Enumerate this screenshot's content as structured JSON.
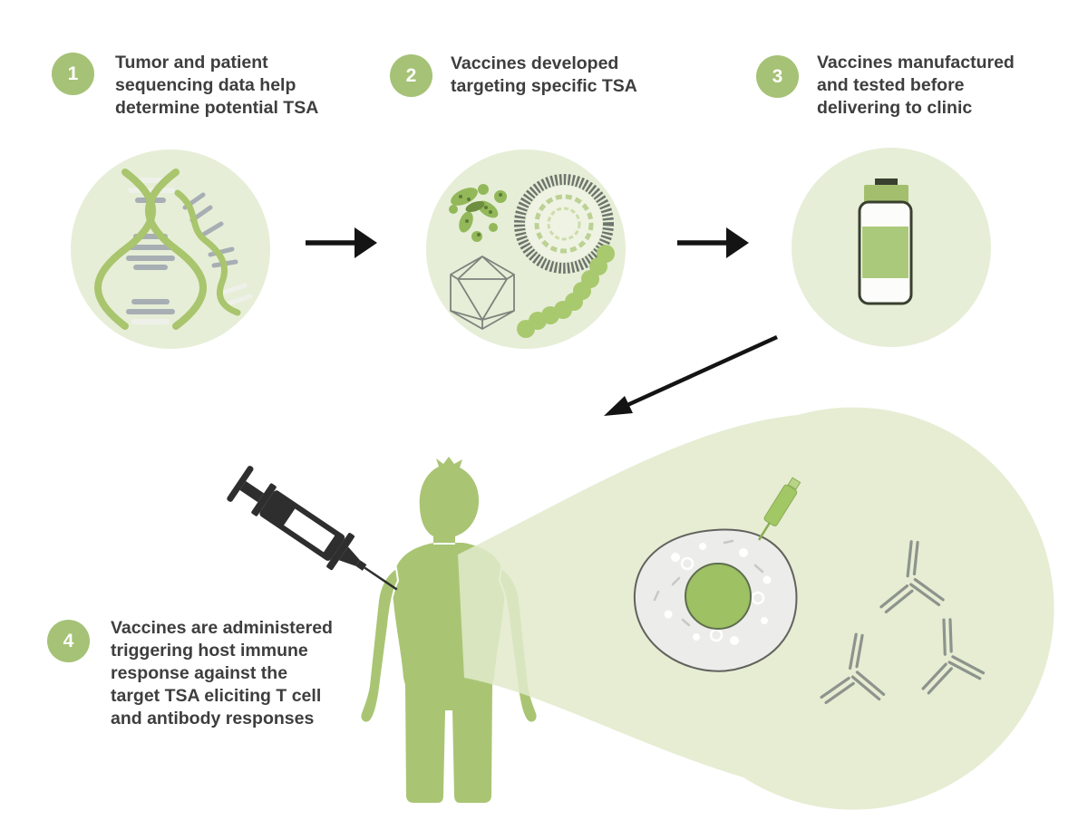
{
  "steps": [
    {
      "number": "1",
      "lines": [
        "Tumor and patient",
        "sequencing data help",
        "determine potential TSA"
      ]
    },
    {
      "number": "2",
      "lines": [
        "Vaccines developed",
        "targeting specific TSA"
      ]
    },
    {
      "number": "3",
      "lines": [
        "Vaccines manufactured",
        "and tested before",
        "delivering to clinic"
      ]
    },
    {
      "number": "4",
      "lines": [
        "Vaccines are administered",
        "triggering host immune",
        "response against the",
        "target TSA eliciting T cell",
        "and antibody responses"
      ]
    }
  ],
  "colors": {
    "badge_green": "#a5c276",
    "stage_circle_bg": "#e6eed7",
    "silhouette_green": "#a9c573",
    "beam_green": "#e2eacb",
    "nucleus_green": "#9dc163",
    "antibody_gray": "#8d948d",
    "arrow_black": "#141414",
    "text_gray": "#3e3e3e"
  }
}
